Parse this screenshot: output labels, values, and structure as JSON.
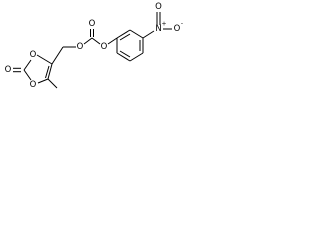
{
  "molecule": {
    "atoms": {
      "carbonyl_o_left": "O",
      "ring_o_top": "O",
      "ring_o_bottom": "O",
      "linker_o_left": "O",
      "carbonate_carbonyl_o": "O",
      "linker_o_right": "O",
      "nitro_n": "N",
      "nitro_n_charge": "+",
      "nitro_o_top": "O",
      "nitro_o_right": "O",
      "nitro_o_right_charge": "-"
    },
    "colors": {
      "bond": "#000000",
      "background": "#ffffff"
    }
  }
}
